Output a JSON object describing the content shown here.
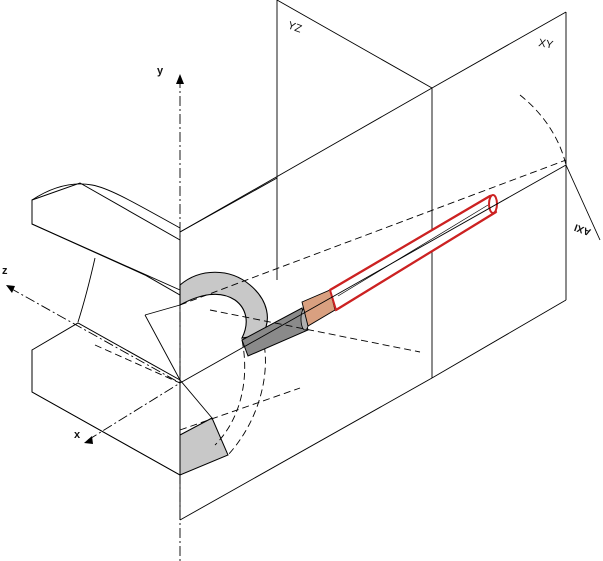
{
  "labels": {
    "y_axis": "y",
    "z_axis": "z",
    "x_axis": "x",
    "yz_plane": "YZ",
    "xy_plane": "XY",
    "axis_mark": "AXI"
  },
  "colors": {
    "accent_red": "#cc2222",
    "tube_orange": "#d9a080",
    "gray_fill": "#c8c8c8",
    "dark_gray_fill": "#8a8a8a"
  }
}
